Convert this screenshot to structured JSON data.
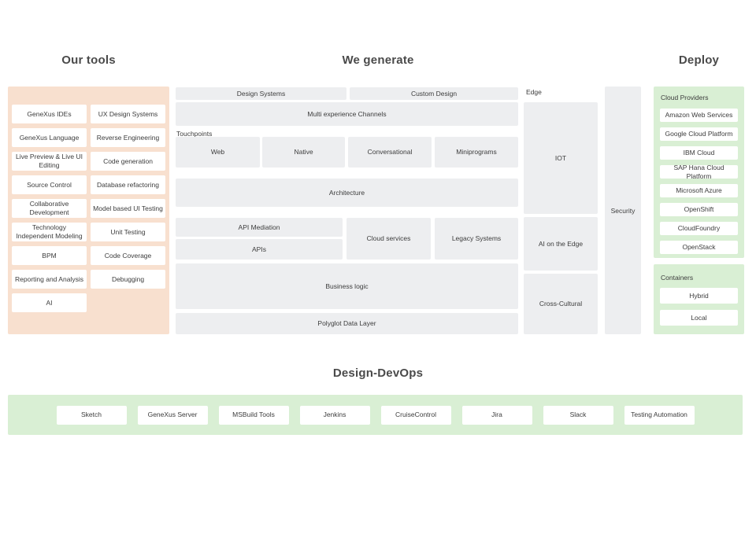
{
  "headings": {
    "our_tools": "Our tools",
    "we_generate": "We generate",
    "deploy": "Deploy",
    "design_devops": "Design-DevOps"
  },
  "colors": {
    "peach": "#f8e0cf",
    "boxgray": "#edeef0",
    "green": "#d9efd4",
    "card": "#ffffff",
    "text": "#3c3c3c",
    "heading": "#4a4a4a"
  },
  "our_tools": {
    "cards": [
      "GeneXus IDEs",
      "UX Design Systems",
      "GeneXus Language",
      "Reverse Engineering",
      "Live Preview & Live UI Editing",
      "Code generation",
      "Source Control",
      "Database refactoring",
      "Collaborative Development",
      "Model based UI Testing",
      "Technology Independent Modeling",
      "Unit Testing",
      "BPM",
      "Code Coverage",
      "Reporting and Analysis",
      "Debugging",
      "AI"
    ]
  },
  "we_generate": {
    "design_systems": "Design Systems",
    "custom_design": "Custom Design",
    "multi_experience": "Multi experience Channels",
    "touchpoints_label": "Touchpoints",
    "touchpoints": [
      "Web",
      "Native",
      "Conversational",
      "Miniprograms"
    ],
    "architecture": "Architecture",
    "api_mediation": "API Mediation",
    "apis": "APIs",
    "cloud_services": "Cloud services",
    "legacy_systems": "Legacy Systems",
    "business_logic": "Business logic",
    "polyglot_data_layer": "Polyglot Data Layer",
    "edge_label": "Edge",
    "edge_items": [
      "IOT",
      "AI on the Edge",
      "Cross-Cultural"
    ],
    "security": "Security"
  },
  "deploy": {
    "cloud_providers_label": "Cloud Providers",
    "cloud_providers": [
      "Amazon Web Services",
      "Google Cloud Platform",
      "IBM Cloud",
      "SAP Hana Cloud Platform",
      "Microsoft Azure",
      "OpenShift",
      "CloudFoundry",
      "OpenStack"
    ],
    "containers_label": "Containers",
    "containers": [
      "Hybrid",
      "Local"
    ]
  },
  "design_devops": {
    "tools": [
      "Sketch",
      "GeneXus Server",
      "MSBuild Tools",
      "Jenkins",
      "CruiseControl",
      "Jira",
      "Slack",
      "Testing Automation"
    ]
  }
}
